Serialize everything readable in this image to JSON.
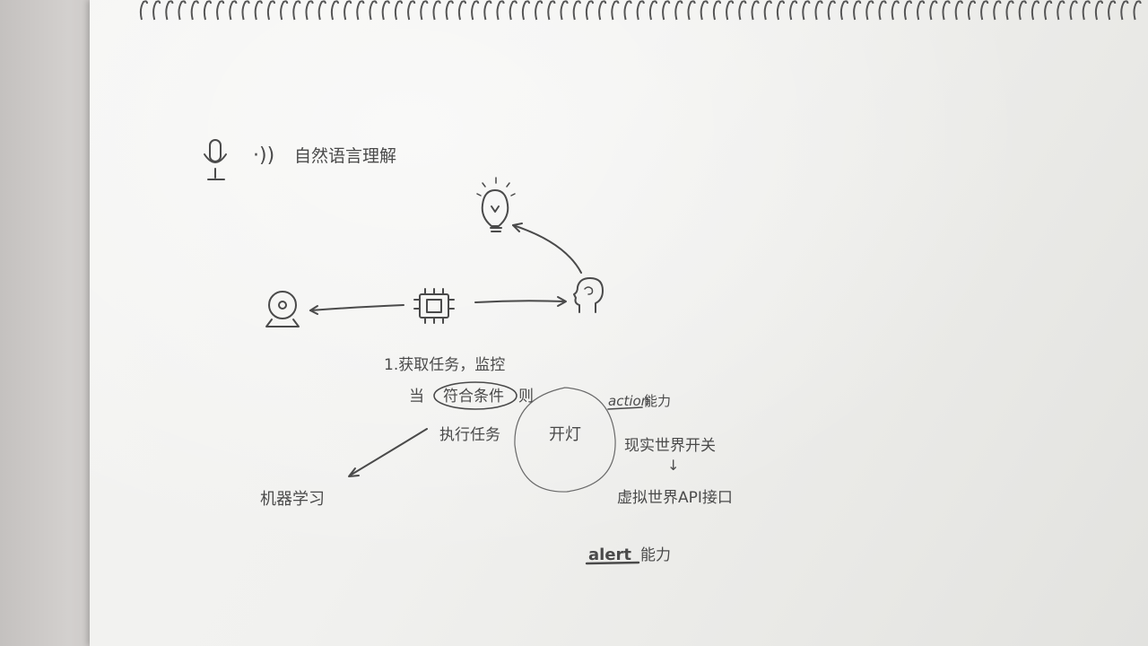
{
  "title": "自然语言理解",
  "sound_waves": "·))",
  "nodes": {
    "bulb": "bulb-icon",
    "camera": "webcam-icon",
    "chip": "cpu-chip-icon",
    "head": "head-profile-icon",
    "mic": "microphone-icon"
  },
  "notes": {
    "line1": "1.获取任务，监控",
    "line2_prefix": "当",
    "line2_circled": "符合条件",
    "line2_suffix": "则",
    "line3": "执行任务",
    "center": "开灯",
    "action_word": "action",
    "action_suffix": "能力",
    "switch": "现实世界开关",
    "down_arrow": "↓",
    "api": "虚拟世界API接口",
    "ml": "机器学习",
    "alert_word": "alert",
    "alert_suffix": "能力"
  },
  "colors": {
    "ink": "#4a4a4a",
    "paper": "#f2f2f0",
    "desk": "#c9c6c4"
  }
}
